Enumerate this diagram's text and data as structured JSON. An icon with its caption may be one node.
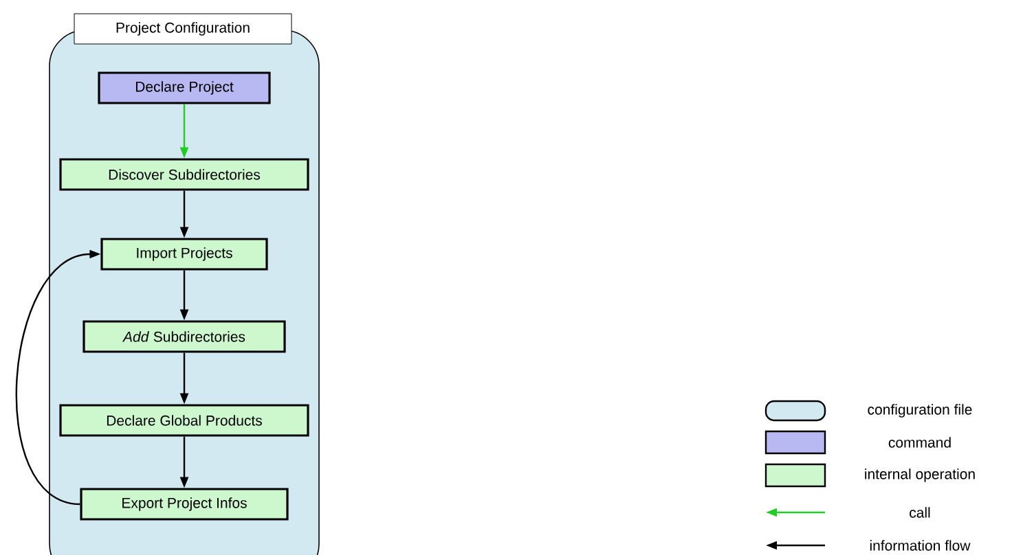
{
  "diagram": {
    "nodes": [
      {
        "text": [
          "Project Configuration"
        ]
      },
      {
        "text": [
          "Declare Project"
        ],
        "in": 0
      },
      {
        "text": [
          "Discover Subdirectories"
        ],
        "in": 0
      },
      {
        "text": [
          "Import Projects"
        ],
        "in": 0
      },
      {
        "text": [
          "*Add* Subdirectories"
        ],
        "in": 0
      },
      {
        "text": [
          "Declare Global Products"
        ],
        "in": 0
      },
      {
        "text": [
          "Export Project Infos"
        ],
        "in": 0
      }
    ],
    "edges": [
      {
        "from": 1,
        "to": 2,
        "arrow": "to",
        "color": "#22cc22"
      },
      {
        "from": 2,
        "to": 3,
        "arrow": "to"
      },
      {
        "from": 3,
        "to": 4,
        "arrow": "to"
      },
      {
        "from": 4,
        "to": 5,
        "arrow": "to"
      },
      {
        "from": 5,
        "to": 6,
        "arrow": "to"
      },
      {
        "from": 6,
        "to": 3,
        "arrow": "to"
      }
    ],
    "legend": [
      {
        "text": "configuration file",
        "color": "#d2e9f2"
      },
      {
        "text": "command",
        "color": "#b8b8f2"
      },
      {
        "text": "internal operation",
        "color": "#cdf7cd"
      },
      {
        "text": "call"
      },
      {
        "text": "information flow"
      }
    ]
  }
}
